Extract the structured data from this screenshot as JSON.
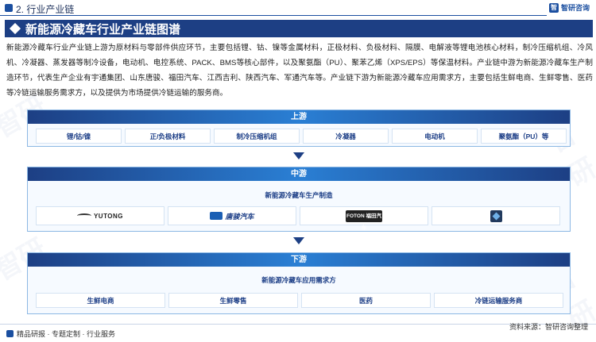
{
  "header": {
    "section_title": "2. 行业产业链",
    "brand": "智研咨询"
  },
  "banner": {
    "title": "新能源冷藏车行业产业链图谱"
  },
  "description": "新能源冷藏车行业产业链上游为原材料与零部件供应环节，主要包括锂、钴、镍等金属材料，正极材料、负极材料、隔膜、电解液等锂电池核心材料，制冷压缩机组、冷风机、冷凝器、蒸发器等制冷设备，电动机、电控系统、PACK、BMS等核心部件，以及聚氨酯（PU）、聚苯乙烯（XPS/EPS）等保温材料。产业链中游为新能源冷藏车生产制造环节，代表生产企业有宇通集团、山东唐骏、福田汽车、江西吉利、陕西汽车、军通汽车等。产业链下游为新能源冷藏车应用需求方，主要包括生鲜电商、生鲜零售、医药等冷链运输服务需求方，以及提供为市场提供冷链运输的服务商。",
  "upstream": {
    "title": "上游",
    "items": [
      "锂/钴/镍",
      "正/负极材料",
      "制冷压缩机组",
      "冷凝器",
      "电动机",
      "聚氨酯（PU）等"
    ]
  },
  "midstream": {
    "title": "中游",
    "subtitle": "新能源冷藏车生产制造",
    "logos": [
      {
        "name": "yutong",
        "text": "YUTONG"
      },
      {
        "name": "tangjun",
        "text": "唐骏汽车"
      },
      {
        "name": "foton",
        "text": "FOTON 福田汽车"
      },
      {
        "name": "shaanxi",
        "text": ""
      }
    ]
  },
  "downstream": {
    "title": "下游",
    "subtitle": "新能源冷藏车应用需求方",
    "items": [
      "生鲜电商",
      "生鲜零售",
      "医药",
      "冷链运输服务商"
    ]
  },
  "footer": {
    "left": "精品研报 · 专题定制 · 行业服务",
    "source": "资料来源：智研咨询整理"
  },
  "colors": {
    "primary": "#1d3f84",
    "accent": "#2a7fd4",
    "border": "#8cb8e4"
  }
}
